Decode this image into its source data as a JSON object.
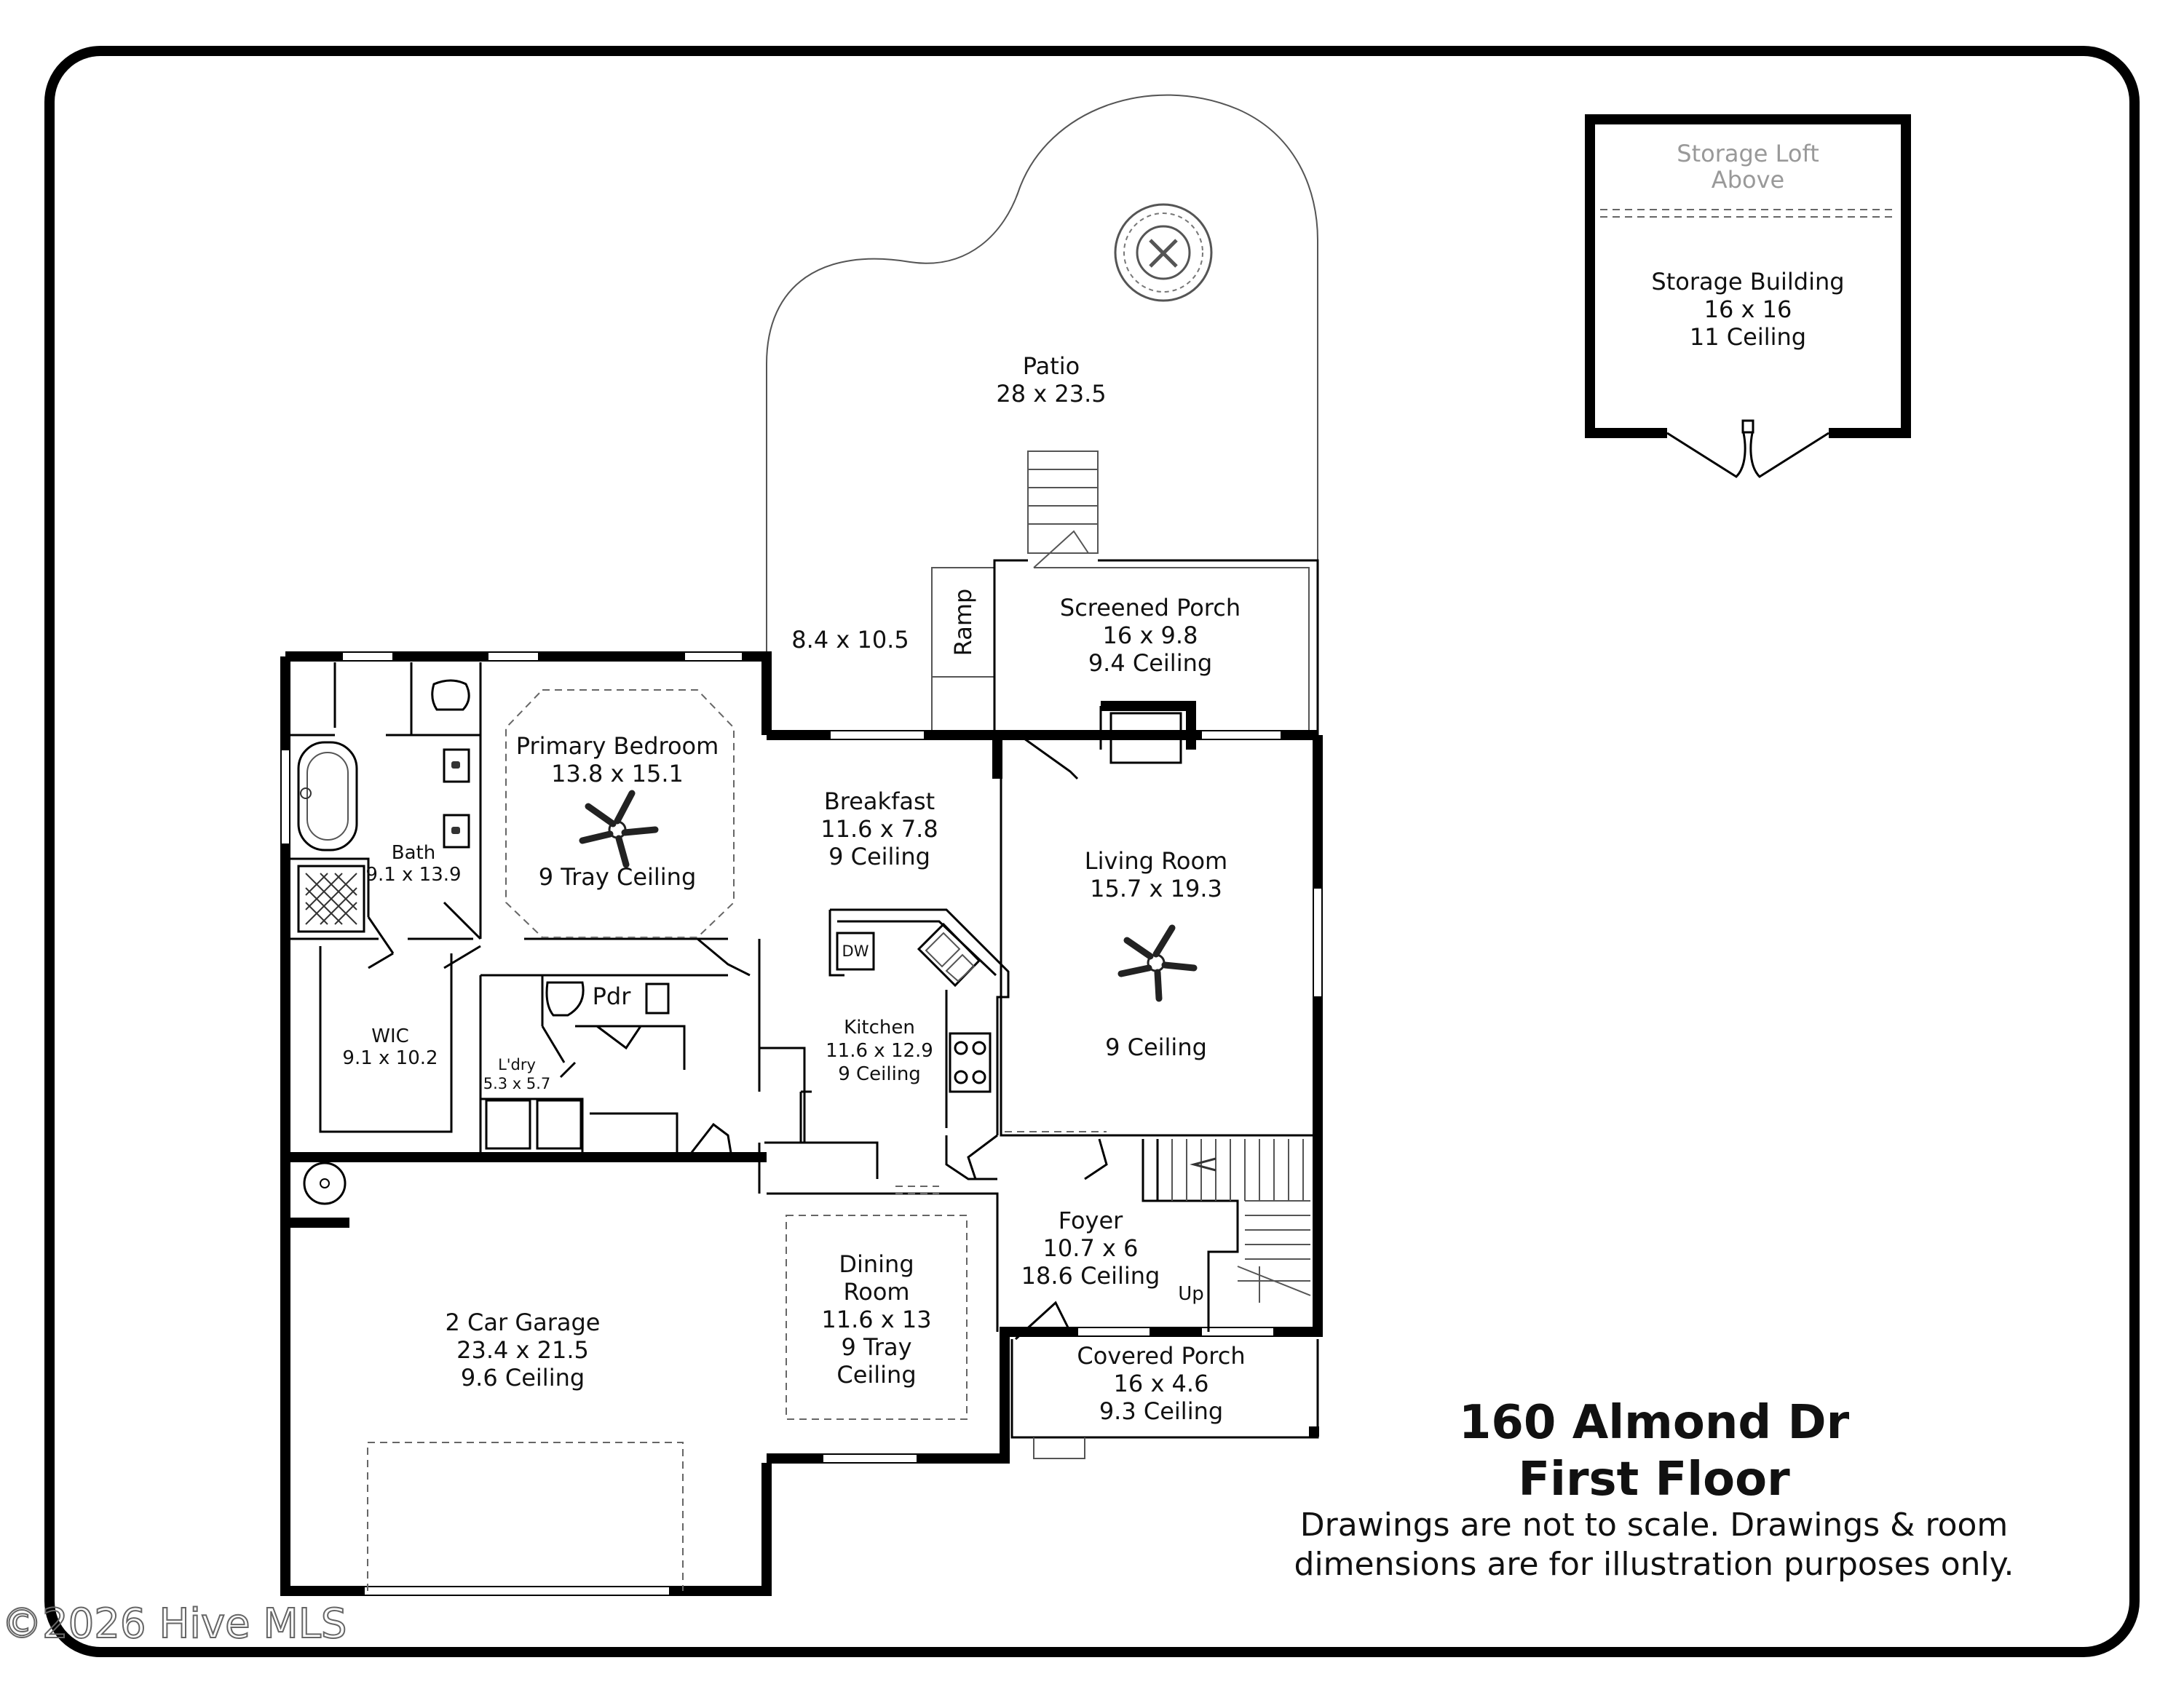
{
  "address": "160 Almond Dr",
  "floor": "First Floor",
  "disclaimer_line1": "Drawings are not to scale. Drawings & room",
  "disclaimer_line2": "dimensions are for illustration purposes only.",
  "watermark": "©2026 Hive MLS",
  "up_label": "Up",
  "rooms": {
    "patio": {
      "name": "Patio",
      "dims": "28 x 23.5"
    },
    "patio_side": {
      "dims": "8.4 x 10.5"
    },
    "ramp": {
      "name": "Ramp"
    },
    "screened_porch": {
      "name": "Screened Porch",
      "dims": "16 x 9.8",
      "ceiling": "9.4 Ceiling"
    },
    "storage_loft": {
      "line1": "Storage Loft",
      "line2": "Above"
    },
    "storage_building": {
      "name": "Storage Building",
      "dims": "16 x 16",
      "ceiling": "11 Ceiling"
    },
    "primary_bedroom": {
      "name": "Primary Bedroom",
      "dims": "13.8 x 15.1",
      "ceiling": "9 Tray Ceiling"
    },
    "bath": {
      "name": "Bath",
      "dims": "9.1 x 13.9"
    },
    "wic": {
      "name": "WIC",
      "dims": "9.1 x 10.2"
    },
    "pdr": {
      "name": "Pdr"
    },
    "laundry": {
      "name": "L'dry",
      "dims": "5.3 x 5.7"
    },
    "breakfast": {
      "name": "Breakfast",
      "dims": "11.6 x 7.8",
      "ceiling": "9 Ceiling"
    },
    "living_room": {
      "name": "Living Room",
      "dims": "15.7 x 19.3",
      "ceiling": "9 Ceiling"
    },
    "kitchen": {
      "name": "Kitchen",
      "dims": "11.6 x 12.9",
      "ceiling": "9 Ceiling",
      "dw": "DW"
    },
    "dining_room": {
      "line1": "Dining",
      "line2": "Room",
      "dims": "11.6 x 13",
      "ceiling1": "9 Tray",
      "ceiling2": "Ceiling"
    },
    "foyer": {
      "name": "Foyer",
      "dims": "10.7 x 6",
      "ceiling": "18.6 Ceiling"
    },
    "covered_porch": {
      "name": "Covered Porch",
      "dims": "16 x 4.6",
      "ceiling": "9.3 Ceiling"
    },
    "garage": {
      "name": "2 Car Garage",
      "dims": "23.4 x 21.5",
      "ceiling": "9.6 Ceiling"
    }
  }
}
